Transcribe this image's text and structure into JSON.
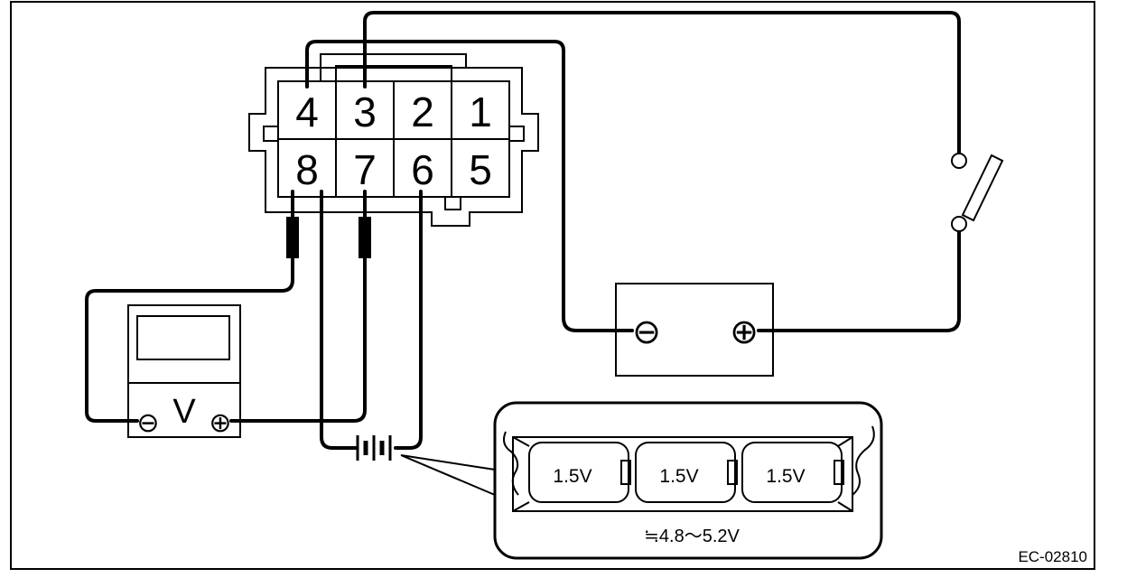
{
  "connector": {
    "pins_top": [
      "4",
      "3",
      "2",
      "1"
    ],
    "pins_bottom": [
      "8",
      "7",
      "6",
      "5"
    ]
  },
  "voltmeter": {
    "symbol": "V",
    "neg_symbol": "⊖",
    "pos_symbol": "⊕"
  },
  "battery": {
    "neg_symbol": "⊖",
    "pos_symbol": "⊕"
  },
  "battery_pack": {
    "cells": [
      "1.5V",
      "1.5V",
      "1.5V"
    ],
    "total": "≒4.8～5.2V"
  },
  "figure_code": "EC-02810"
}
